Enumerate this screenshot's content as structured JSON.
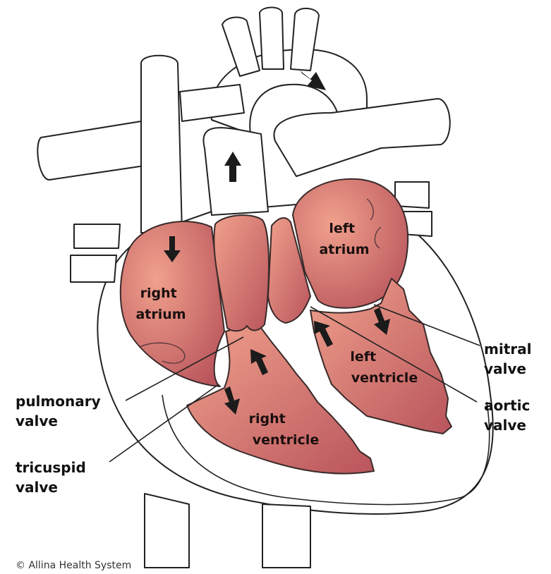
{
  "colors": {
    "muscle_light": "#f0a08c",
    "muscle_dark": "#b9555c",
    "outline": "#222222"
  },
  "labels": {
    "left_atrium": [
      "left",
      "atrium"
    ],
    "right_atrium": [
      "right",
      "atrium"
    ],
    "left_ventricle": [
      "left",
      "ventricle"
    ],
    "right_ventricle": [
      "right",
      "ventricle"
    ],
    "mitral_valve": [
      "mitral",
      "valve"
    ],
    "aortic_valve": [
      "aortic",
      "valve"
    ],
    "pulmonary_valve": [
      "pulmonary",
      "valve"
    ],
    "tricuspid_valve": [
      "tricuspid",
      "valve"
    ]
  },
  "credit": "© Allina Health System"
}
